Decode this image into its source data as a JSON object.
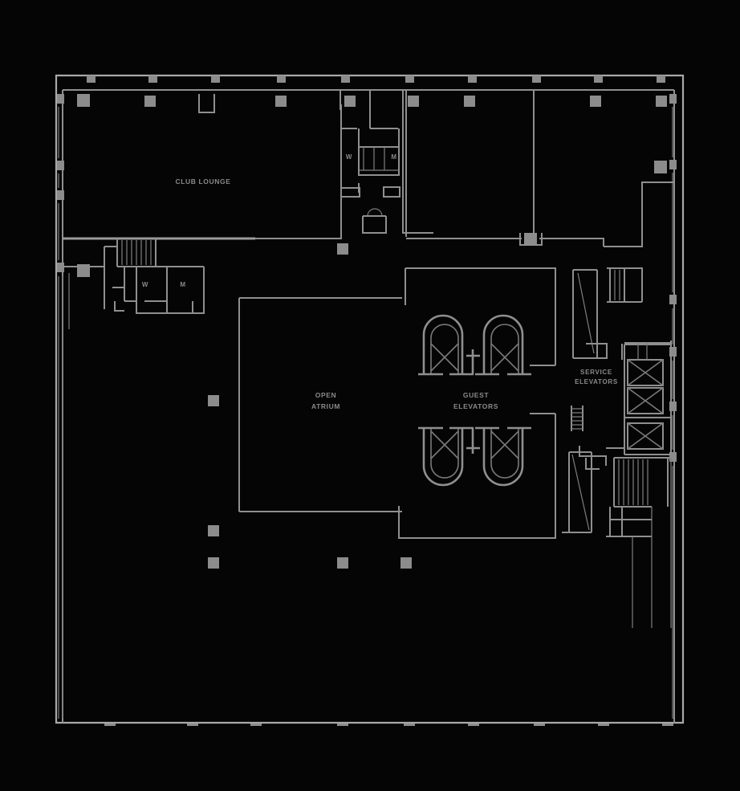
{
  "document": {
    "type": "architectural-floor-plan",
    "background_color": "#050505",
    "line_color": "#9a9a9a",
    "column_color": "#8c8c8c",
    "label_color": "#8a8a8a"
  },
  "labels": {
    "club_lounge": "CLUB LOUNGE",
    "open_atrium_line1": "OPEN",
    "open_atrium_line2": "ATRIUM",
    "guest_elevators_line1": "GUEST",
    "guest_elevators_line2": "ELEVATORS",
    "service_elevators_line1": "SERVICE",
    "service_elevators_line2": "ELEVATORS",
    "restroom_women_upper": "W",
    "restroom_men_upper": "M",
    "restroom_women_lower": "W",
    "restroom_men_lower": "M"
  }
}
